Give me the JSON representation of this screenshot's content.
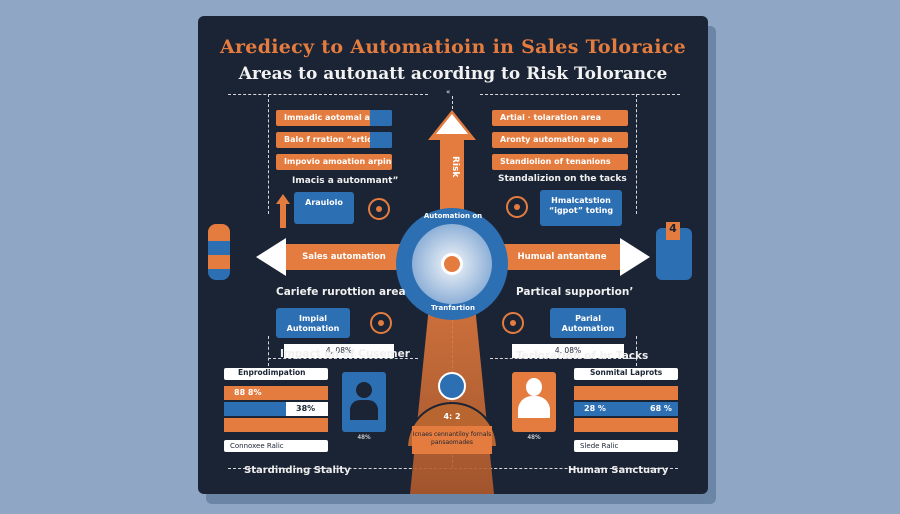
{
  "title_line1": "Arediecy to Automatioin in Sales Toloraice",
  "title_line2": "Areas to autonatt acording to Risk Tolorance",
  "center_arrow_text": "Risk",
  "center_top_badge": "«",
  "ring_top": "Automation on",
  "ring_bottom": "Tranfartion",
  "left_arrow_label": "Sales automation",
  "right_arrow_label": "Humual antantane",
  "tl_bars": [
    "Immadic aotomal artea",
    "Balo f rration “srtic”",
    "Impovio amoation arpinasa"
  ],
  "tl_caption": "Imacis a autonmant”",
  "tl_box": "Araulolo",
  "tr_bars": [
    "Artial · tolaration area",
    "Aronty automation ap aa",
    "Standiolion of tenanions"
  ],
  "tr_caption": "Standalizion on the tacks",
  "tr_box": "Hmalcatstion “igpot” toting",
  "ml_label": "Cariefe rurottion area",
  "ml_box": "Impial Automation",
  "ml_pct": "4, 08%",
  "ml_caption": "Impact on of Cusemer",
  "mr_label": "Partical supportion’",
  "mr_box": "Parial Automation",
  "mr_pct": "4, 08%",
  "mr_caption": "Terloration of br Tacks",
  "bl_title": "Enprodimpation",
  "bl_pcts": [
    "88 8%",
    "38%"
  ],
  "bl_legend": "Connoxee    Ralic",
  "bl_person_pct": "48%",
  "br_title": "Sonmital Laprots",
  "br_pcts": [
    "28 %",
    "68 %"
  ],
  "br_legend": "Slede    Ralic",
  "br_person_pct": "48%",
  "center_box_num": "4: 2",
  "center_box_text": "Icnaes cennantiloy fornals pansaomades",
  "foot_left": "Stardinding Stality",
  "foot_right": "Human Sanctuary",
  "colors": {
    "orange": "#e57c3f",
    "blue": "#2c6fb3",
    "navy": "#1b2434"
  }
}
